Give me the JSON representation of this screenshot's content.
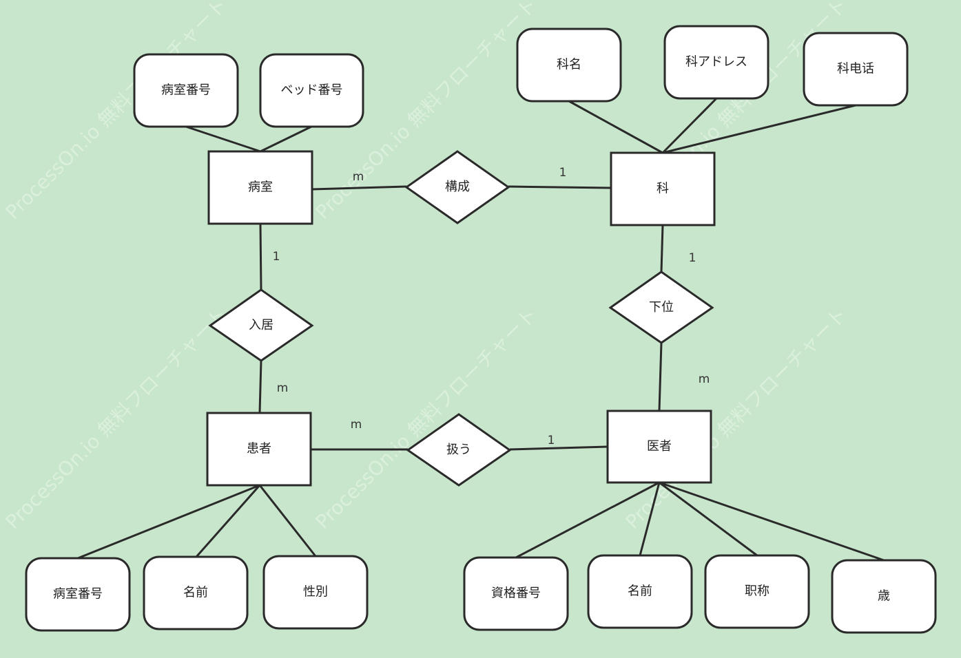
{
  "diagram": {
    "type": "er-diagram",
    "watermark": "ProcessOn.io 無料フローチャート",
    "entities": {
      "ward": "病室",
      "department": "科",
      "patient": "患者",
      "doctor": "医者"
    },
    "relationships": {
      "compose": "構成",
      "subordinate": "下位",
      "admit": "入居",
      "treat": "扱う"
    },
    "attributes": {
      "ward_number": "病室番号",
      "bed_number": "ベッド番号",
      "dept_name": "科名",
      "dept_address": "科アドレス",
      "dept_phone": "科电话",
      "patient_ward_number": "病室番号",
      "patient_name": "名前",
      "patient_gender": "性別",
      "doctor_license": "資格番号",
      "doctor_name": "名前",
      "doctor_title": "职称",
      "doctor_age": "歳"
    },
    "cardinalities": {
      "ward_compose": "m",
      "compose_department": "1",
      "ward_admit": "1",
      "admit_patient": "m",
      "department_subordinate": "1",
      "subordinate_doctor": "m",
      "patient_treat": "m",
      "treat_doctor": "1"
    }
  }
}
